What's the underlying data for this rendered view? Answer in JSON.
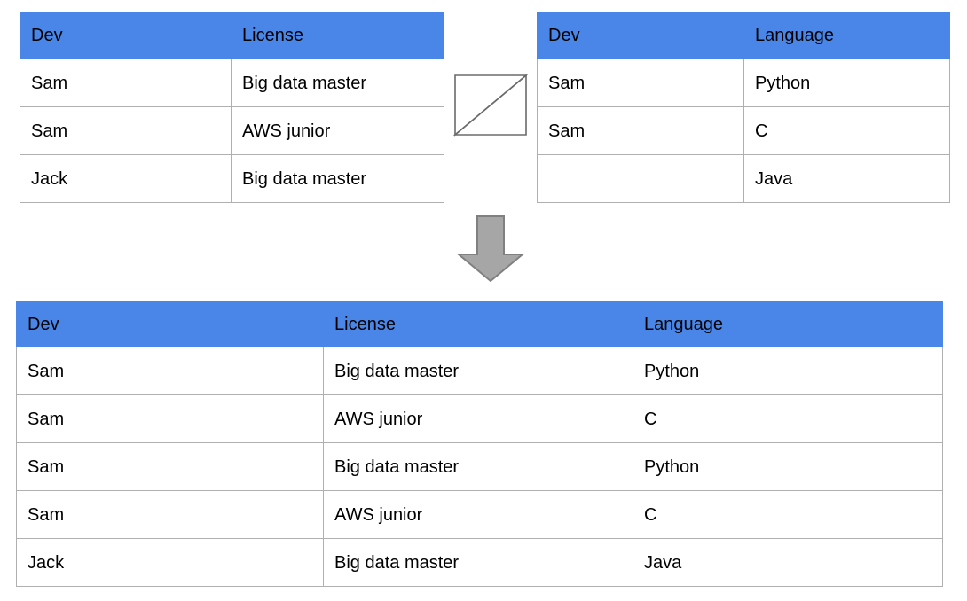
{
  "diagram": {
    "type": "sql-join-illustration",
    "operator_symbol": "bowtie-join",
    "arrow_symbol": "down-arrow",
    "colors": {
      "header_blue": "#4a86e8",
      "border_gray": "#b0b0b0",
      "arrow_fill": "#a6a6a6",
      "arrow_stroke": "#808080",
      "text": "#000000",
      "background": "#ffffff"
    }
  },
  "left_table": {
    "name": "license-table",
    "columns": [
      "Dev",
      "License"
    ],
    "rows": [
      [
        "Sam",
        "Big data master"
      ],
      [
        "Sam",
        "AWS junior"
      ],
      [
        "Jack",
        "Big data master"
      ]
    ]
  },
  "right_table": {
    "name": "language-table",
    "columns": [
      "Dev",
      "Language"
    ],
    "rows": [
      [
        "Sam",
        "Python"
      ],
      [
        "Sam",
        "C"
      ],
      [
        "",
        "Java"
      ]
    ]
  },
  "result_table": {
    "name": "join-result-table",
    "columns": [
      "Dev",
      "License",
      "Language"
    ],
    "rows": [
      [
        "Sam",
        "Big data master",
        "Python"
      ],
      [
        "Sam",
        "AWS junior",
        "C"
      ],
      [
        "Sam",
        "Big data master",
        "Python"
      ],
      [
        "Sam",
        "AWS junior",
        "C"
      ],
      [
        "Jack",
        "Big data master",
        "Java"
      ]
    ]
  }
}
